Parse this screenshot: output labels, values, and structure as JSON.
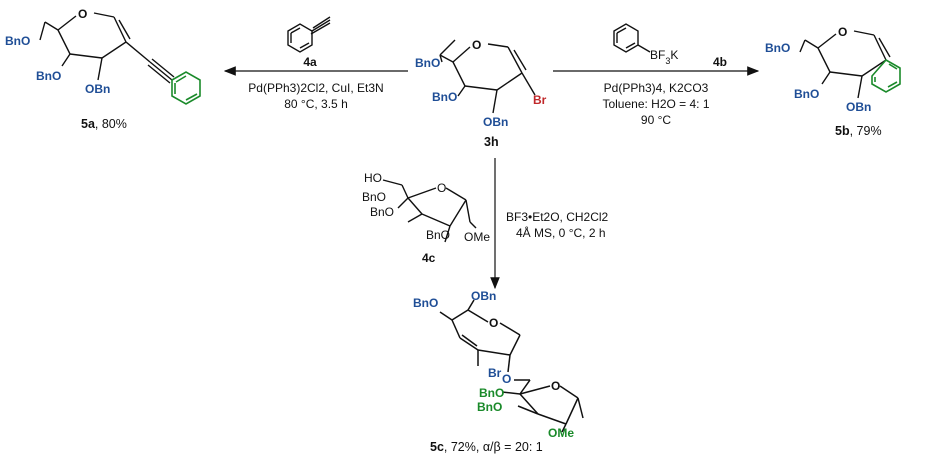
{
  "colors": {
    "protecting_group": "#1f4e96",
    "new_group": "#1a8a2a",
    "bromine": "#c0282a"
  },
  "start": {
    "id": "3h",
    "labels": {
      "bno_top": "BnO",
      "bno_left": "BnO",
      "obn": "OBn",
      "ring_o": "O",
      "br": "Br"
    }
  },
  "left": {
    "reagent_id": "4a",
    "conditions_1": "Pd(PPh3)2Cl2, CuI, Et3N",
    "conditions_2": "80 °C, 3.5 h",
    "product_id": "5a",
    "product_yield": ", 80%",
    "labels": {
      "bno_top": "BnO",
      "bno_left": "BnO",
      "obn": "OBn",
      "ring_o": "O"
    }
  },
  "right": {
    "reagent_id": "4b",
    "reagent_label": "BF3K",
    "conditions_1": "Pd(PPh3)4, K2CO3",
    "conditions_2": "Toluene: H2O = 4: 1",
    "conditions_3": "90 °C",
    "product_id": "5b",
    "product_yield": ", 79%",
    "labels": {
      "bno_top": "BnO",
      "bno_left": "BnO",
      "obn": "OBn",
      "ring_o": "O"
    }
  },
  "down": {
    "reagent_id": "4c",
    "reagent_labels": {
      "ho": "HO",
      "bno1": "BnO",
      "bno2": "BnO",
      "bno3": "BnO",
      "ome": "OMe",
      "ring_o": "O"
    },
    "conditions_1": "BF3•Et2O, CH2Cl2",
    "conditions_2": "4Å MS, 0 °C, 2 h",
    "product_id": "5c",
    "product_yield": ", 72%, α/β = 20: 1",
    "labels": {
      "bno": "BnO",
      "obn": "OBn",
      "br": "Br",
      "o_link": "O",
      "ring_o1": "O",
      "bno_g1": "BnO",
      "bno_g2": "BnO",
      "ome": "OMe",
      "ring_o2": "O"
    }
  }
}
